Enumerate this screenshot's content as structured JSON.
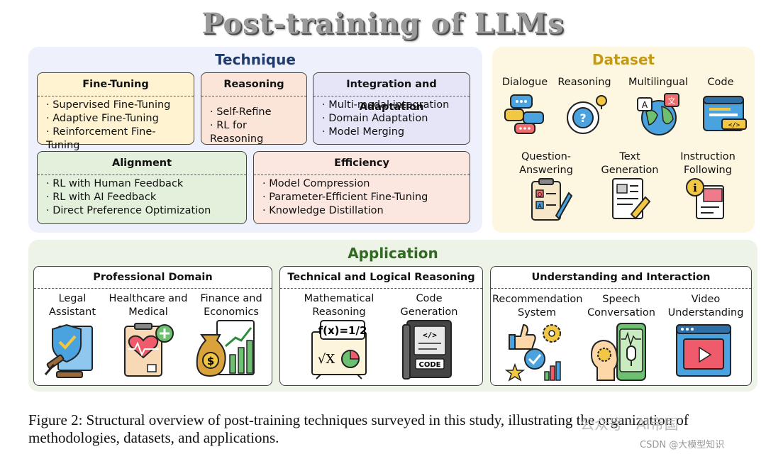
{
  "title": "Post-training of LLMs",
  "technique": {
    "title": "Technique",
    "fine_tuning": {
      "title": "Fine-Tuning",
      "items": [
        "Supervised Fine-Tuning",
        "Adaptive Fine-Tuning",
        "Reinforcement Fine-Tuning"
      ]
    },
    "reasoning": {
      "title": "Reasoning",
      "items": [
        "Self-Refine",
        "RL for Reasoning"
      ]
    },
    "integration": {
      "title": "Integration and Adaptation",
      "items": [
        "Multi-modal integration",
        "Domain Adaptation",
        "Model Merging"
      ]
    },
    "alignment": {
      "title": "Alignment",
      "items": [
        "RL with Human Feedback",
        "RL with AI Feedback",
        "Direct Preference Optimization"
      ]
    },
    "efficiency": {
      "title": "Efficiency",
      "items": [
        "Model Compression",
        "Parameter-Efficient Fine-Tuning",
        "Knowledge Distillation"
      ]
    }
  },
  "dataset": {
    "title": "Dataset",
    "items": [
      {
        "l1": "Dialogue",
        "l2": "",
        "icon": "chat-bubbles-icon"
      },
      {
        "l1": "Reasoning",
        "l2": "",
        "icon": "lightbulb-question-icon"
      },
      {
        "l1": "Multilingual",
        "l2": "",
        "icon": "globe-language-icon"
      },
      {
        "l1": "Code",
        "l2": "",
        "icon": "code-window-icon"
      },
      {
        "l1": "Question-",
        "l2": "Answering",
        "icon": "clipboard-qa-icon"
      },
      {
        "l1": "Text",
        "l2": "Generation",
        "icon": "document-pen-icon"
      },
      {
        "l1": "Instruction",
        "l2": "Following",
        "icon": "info-document-icon"
      }
    ]
  },
  "application": {
    "title": "Application",
    "groups": [
      {
        "title": "Professional Domain",
        "items": [
          {
            "l1": "Legal",
            "l2": "Assistant",
            "icon": "shield-gavel-icon"
          },
          {
            "l1": "Healthcare and",
            "l2": "Medical",
            "icon": "medical-clipboard-icon"
          },
          {
            "l1": "Finance and",
            "l2": "Economics",
            "icon": "money-bag-chart-icon"
          }
        ]
      },
      {
        "title": "Technical and Logical Reasoning",
        "items": [
          {
            "l1": "Mathematical",
            "l2": "Reasoning",
            "icon": "math-board-icon",
            "formula": "f(x)=1/2",
            "sqrt": "√X"
          },
          {
            "l1": "Code",
            "l2": "Generation",
            "icon": "code-book-icon",
            "tag": "</>",
            "word": "CODE"
          }
        ]
      },
      {
        "title": "Understanding and Interaction",
        "items": [
          {
            "l1": "Recommendation",
            "l2": "System",
            "icon": "thumbs-up-gear-icon"
          },
          {
            "l1": "Speech",
            "l2": "Conversation",
            "icon": "head-microphone-icon"
          },
          {
            "l1": "Video",
            "l2": "Understanding",
            "icon": "video-player-icon"
          }
        ]
      }
    ]
  },
  "caption": "Figure 2: Structural overview of post-training techniques surveyed in this study, illustrating the organization of methodologies, datasets, and applications.",
  "watermark": "公众号 · AI帝国",
  "csdn_credit": "CSDN @大模型知识"
}
